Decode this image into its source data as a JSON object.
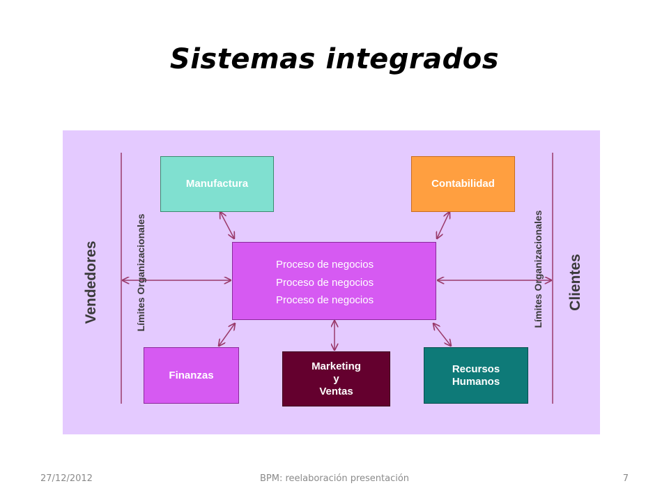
{
  "slide": {
    "title": "Sistemas integrados",
    "footer": {
      "date": "27/12/2012",
      "text": "BPM: reelaboración presentación",
      "page": "7"
    }
  },
  "diagram": {
    "left_label": "Vendedores",
    "right_label": "Clientes",
    "boundary_left": "Límites Organizacionales",
    "boundary_right": "Límites Organizacionales",
    "process_lines": [
      "Proceso de negocios",
      "Proceso de negocios",
      "Proceso de negocios"
    ],
    "boxes": {
      "manufactura": "Manufactura",
      "contabilidad": "Contabilidad",
      "finanzas": "Finanzas",
      "marketing_1": "Marketing",
      "marketing_2": "y",
      "marketing_3": "Ventas",
      "rrhh_1": "Recursos",
      "rrhh_2": "Humanos"
    },
    "colors": {
      "background": "#e4caff",
      "manufactura": "#80e0d0",
      "contabilidad": "#ff9f40",
      "process": "#d65af2",
      "finanzas": "#d65af2",
      "marketing": "#64002e",
      "rrhh": "#0e7a78",
      "connector": "#9a3a6a"
    }
  }
}
